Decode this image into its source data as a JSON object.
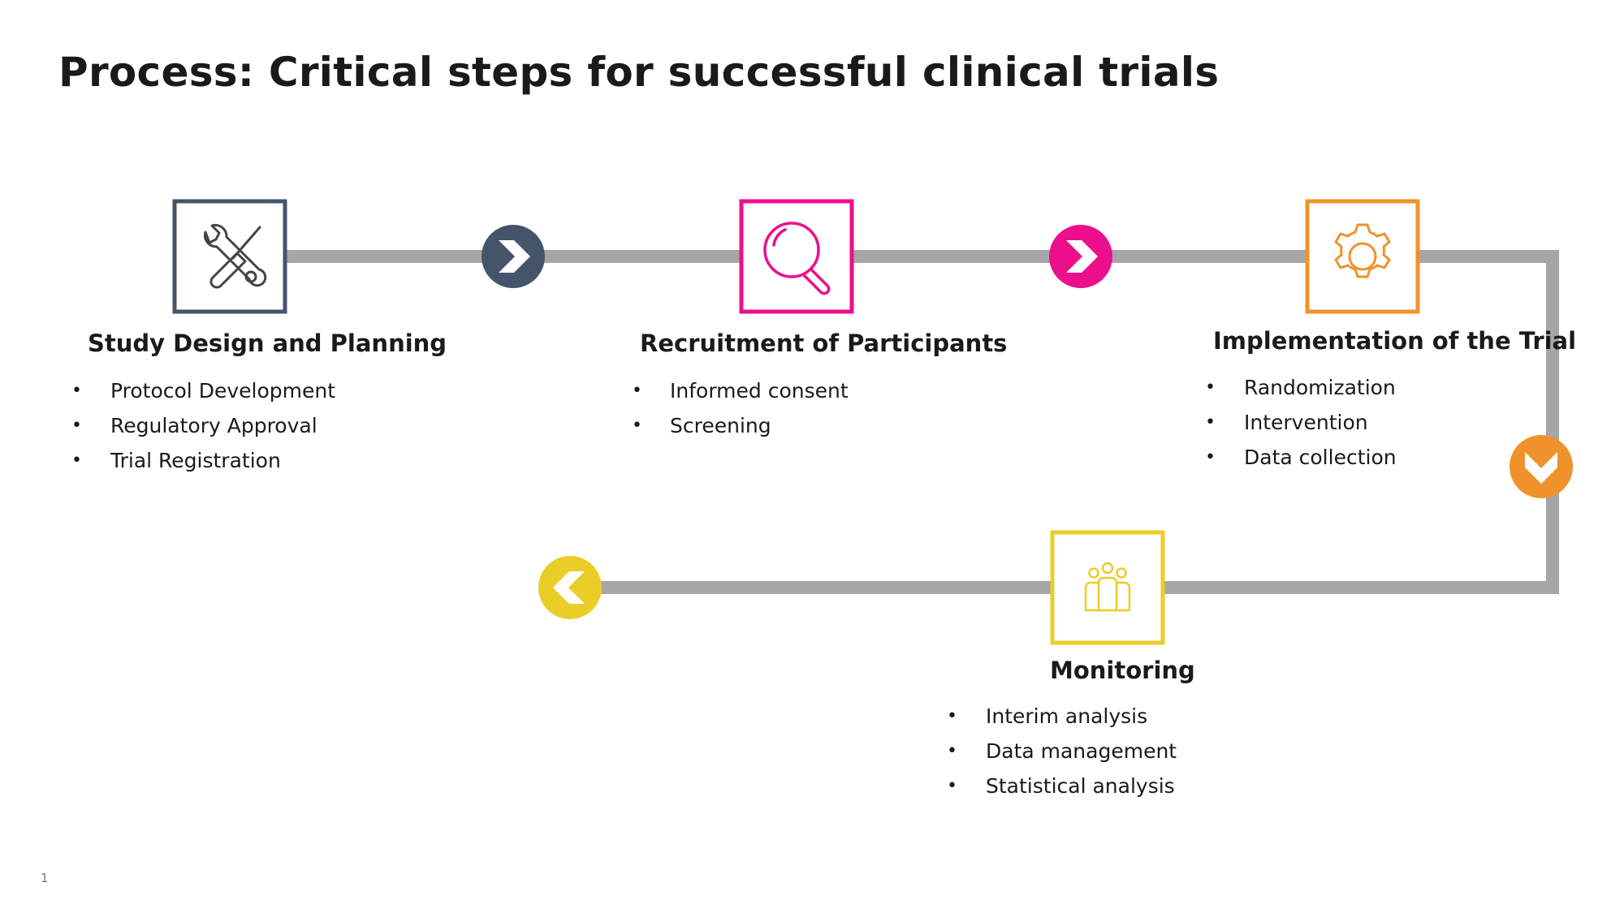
{
  "title": "Process: Critical steps for successful clinical trials",
  "page_number": "1",
  "colors": {
    "path": "#a6a6a6",
    "step1": "#44546a",
    "step2": "#ec0f8c",
    "step3": "#f0922b",
    "step4": "#ebcd28"
  },
  "steps": [
    {
      "title": "Study Design and Planning",
      "icon": "tools-icon",
      "bullets": [
        "Protocol Development",
        "Regulatory Approval",
        "Trial Registration"
      ]
    },
    {
      "title": "Recruitment of Participants",
      "icon": "magnifier-icon",
      "bullets": [
        "Informed consent",
        "Screening"
      ]
    },
    {
      "title": "Implementation of the Trial",
      "icon": "gear-icon",
      "bullets": [
        "Randomization",
        "Intervention",
        "Data collection"
      ]
    },
    {
      "title": "Monitoring",
      "icon": "team-icon",
      "bullets": [
        "Interim analysis",
        "Data management",
        "Statistical analysis"
      ]
    }
  ]
}
